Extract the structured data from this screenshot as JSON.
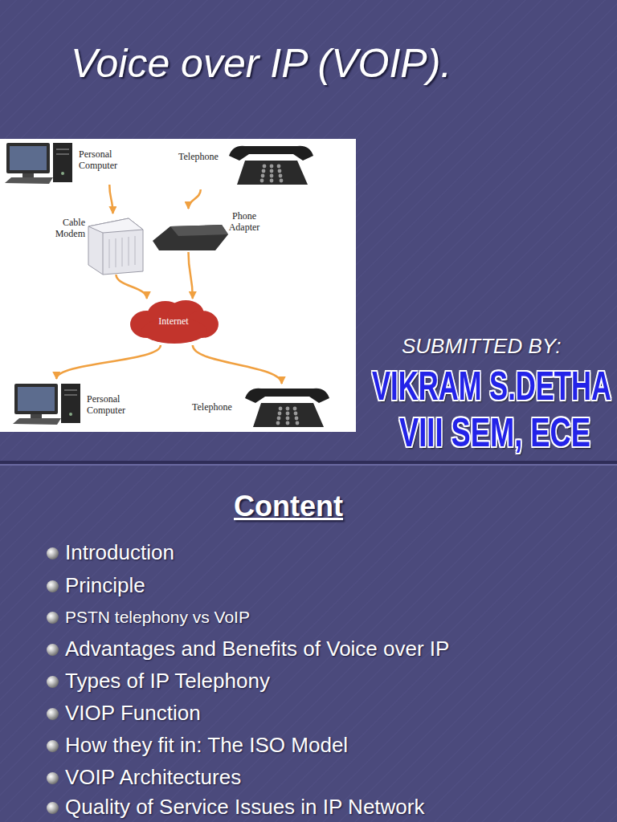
{
  "diagram": {
    "title": "Voice over IP (VOIP).",
    "nodes": [
      {
        "text": [
          "Personal Computer"
        ]
      },
      {
        "text": [
          "Telephone"
        ]
      },
      {
        "text": [
          "Cable Modem"
        ]
      },
      {
        "text": [
          "Phone Adapter"
        ]
      },
      {
        "text": [
          "Internet"
        ]
      },
      {
        "text": [
          "Personal Computer"
        ]
      },
      {
        "text": [
          "Telephone"
        ]
      }
    ],
    "edges": [
      {
        "from": 0,
        "to": 2,
        "arrow": "to"
      },
      {
        "from": 1,
        "to": 3,
        "arrow": "to"
      },
      {
        "from": 2,
        "to": 4,
        "arrow": "to"
      },
      {
        "from": 3,
        "to": 4,
        "arrow": "to"
      },
      {
        "from": 4,
        "to": 5,
        "arrow": "to"
      },
      {
        "from": 4,
        "to": 6,
        "arrow": "to"
      }
    ],
    "labels": [
      "SUBMITTED BY:",
      "VIKRAM S.DETHA",
      "VIII SEM, ECE",
      "Content",
      "Introduction",
      "Principle",
      "PSTN telephony vs VoIP",
      "Advantages and Benefits of Voice over IP",
      "Types of IP Telephony",
      "VIOP Function",
      "How they fit in: The ISO Model",
      "VOIP Architectures",
      "Quality of Service Issues in IP Network"
    ]
  }
}
